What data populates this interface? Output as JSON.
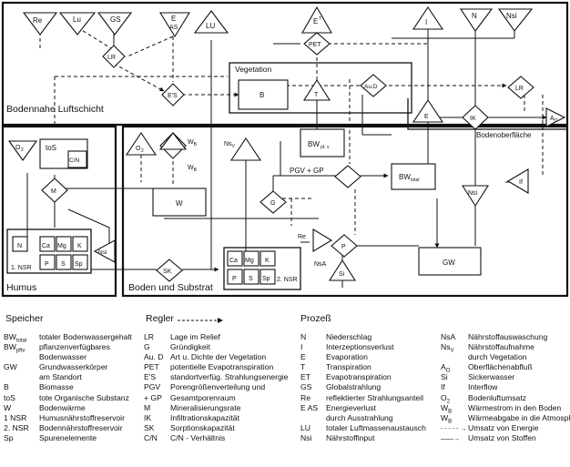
{
  "diagram": {
    "areas": {
      "atmosphere": "Bodennahe Luftschicht",
      "vegetation": "Vegetation",
      "humus": "Humus",
      "soil": "Boden und Substrat",
      "soil_surface": "Bodenoberfläche"
    },
    "nodes": {
      "re": "Re",
      "lu": "Lu",
      "gs": "GS",
      "e": "E",
      "as": "AS",
      "luu": "LU",
      "et": "E",
      "et_sup": "T",
      "i": "I",
      "n": "N",
      "nsi": "Nsi",
      "lr1": "LR",
      "pet": "PET",
      "es": "E'S",
      "aud": "Au.D",
      "lr2": "LR",
      "b": "B",
      "t": "T",
      "e_right": "E",
      "ik": "IK",
      "ao": "A",
      "ao_sub": "O",
      "bwpfv": "BW",
      "bwpfv_sub": "pf. v",
      "o2a": "O",
      "o2a_sub": "2",
      "o2b": "O",
      "o2b_sub": "2",
      "tos": "toS",
      "cn": "C/N",
      "wb1": "W",
      "wb1_sub": "B",
      "wb2": "W",
      "wb2_sub": "B",
      "nsv": "Ns",
      "nsv_sub": "V",
      "pgvgp": "PGV + GP",
      "bwtotal": "BW",
      "bwtotal_sub": "total",
      "if": "If",
      "m": "M",
      "w": "W",
      "g": "G",
      "nsi2": "Nsi",
      "nsi3": "Nsi",
      "re2": "Re",
      "nsa": "NsA",
      "p": "P",
      "si": "Si",
      "gw": "GW",
      "sk": "SK",
      "n1": "N",
      "ca1": "Ca",
      "mg1": "Mg",
      "k1": "K",
      "p1": "P",
      "s1": "S",
      "sp1": "Sp",
      "nsr1": "1. NSR",
      "ca2": "Ca",
      "mg2": "Mg",
      "k2": "K",
      "p2": "P",
      "s2": "S",
      "sp2": "Sp",
      "nsr2": "2. NSR"
    }
  },
  "legend": {
    "speicher": {
      "title": "Speicher",
      "items": [
        {
          "sym": "BW",
          "sub": "total",
          "desc": "totaler Bodenwassergehalt"
        },
        {
          "sym": "BW",
          "sub": "pftv",
          "desc": "pflanzenverfügbares"
        },
        {
          "sym": "",
          "sub": "",
          "desc": "Bodenwasser"
        },
        {
          "sym": "GW",
          "sub": "",
          "desc": "Grundwasserkörper"
        },
        {
          "sym": "",
          "sub": "",
          "desc": "am Standort"
        },
        {
          "sym": "B",
          "sub": "",
          "desc": "Biomasse"
        },
        {
          "sym": "toS",
          "sub": "",
          "desc": "tote Organische Substanz"
        },
        {
          "sym": "W",
          "sub": "",
          "desc": "Bodenwärme"
        },
        {
          "sym": "1 NSR",
          "sub": "",
          "desc": "Humusnährstoffreservoir"
        },
        {
          "sym": "2. NSR",
          "sub": "",
          "desc": "Bodennährstoffreservoir"
        },
        {
          "sym": "Sp",
          "sub": "",
          "desc": "Spurenelemente"
        }
      ]
    },
    "regler": {
      "title": "Regler",
      "items": [
        {
          "sym": "LR",
          "desc": "Lage im Relief"
        },
        {
          "sym": "G",
          "desc": "Gründigkeit"
        },
        {
          "sym": "Au. D",
          "desc": "Art u. Dichte der Vegetation"
        },
        {
          "sym": "PET",
          "desc": "potentielle Evapotranspiration"
        },
        {
          "sym": "E'S",
          "desc": "standortverfüg. Strahlungsenergie"
        },
        {
          "sym": "PGV",
          "desc": "Porengrößenverteilung und"
        },
        {
          "sym": "+ GP",
          "desc": "Gesamtporenraum"
        },
        {
          "sym": "M",
          "desc": "Mineralisierungsrate"
        },
        {
          "sym": "IK",
          "desc": "Infiltrationskapazität"
        },
        {
          "sym": "SK",
          "desc": "Sorptionskapazität"
        },
        {
          "sym": "C/N",
          "desc": "C/N - Verhältnis"
        }
      ]
    },
    "prozess": {
      "title": "Prozeß",
      "items": [
        {
          "sym": "N",
          "desc": "Niederschlag"
        },
        {
          "sym": "I",
          "desc": "Interzeptionsverlust"
        },
        {
          "sym": "E",
          "desc": "Evaporation"
        },
        {
          "sym": "T",
          "desc": "Transpiration"
        },
        {
          "sym": "ET",
          "desc": "Evapotranspiration"
        },
        {
          "sym": "GS",
          "desc": "Globalstrahlung"
        },
        {
          "sym": "Re",
          "desc": "reflektierter Strahlungsanteil"
        },
        {
          "sym": "E AS",
          "desc": "Energieverlust"
        },
        {
          "sym": "",
          "desc": "durch Ausstrahlung"
        },
        {
          "sym": "LU",
          "desc": "totaler Luftmassenaustausch"
        },
        {
          "sym": "Nsi",
          "desc": "Nährstoffinput"
        }
      ]
    },
    "prozess2": {
      "items": [
        {
          "sym": "NsA",
          "sub": "",
          "desc": "Nährstoffauswaschung"
        },
        {
          "sym": "Ns",
          "sub": "V",
          "desc": "Nährstoffaufnahme"
        },
        {
          "sym": "",
          "sub": "",
          "desc": "durch Vegetation"
        },
        {
          "sym": "A",
          "sub": "O",
          "desc": "Oberflächenabfluß"
        },
        {
          "sym": "Si",
          "sub": "",
          "desc": "Sickerwasser"
        },
        {
          "sym": "If",
          "sub": "",
          "desc": "Interflow"
        },
        {
          "sym": "O",
          "sub": "2",
          "desc": "Bodenluftumsatz"
        },
        {
          "sym": "W",
          "sub": "B",
          "desc": "Wärmestrom in den Boden"
        },
        {
          "sym": "W",
          "sub": "B",
          "desc": "Wärmeabgabe in die Atmosphäre"
        },
        {
          "sym": "- - - - - →",
          "sub": "",
          "desc": "Umsatz von Energie"
        },
        {
          "sym": "——→",
          "sub": "",
          "desc": "Umsatz von Stoffen"
        }
      ]
    }
  }
}
